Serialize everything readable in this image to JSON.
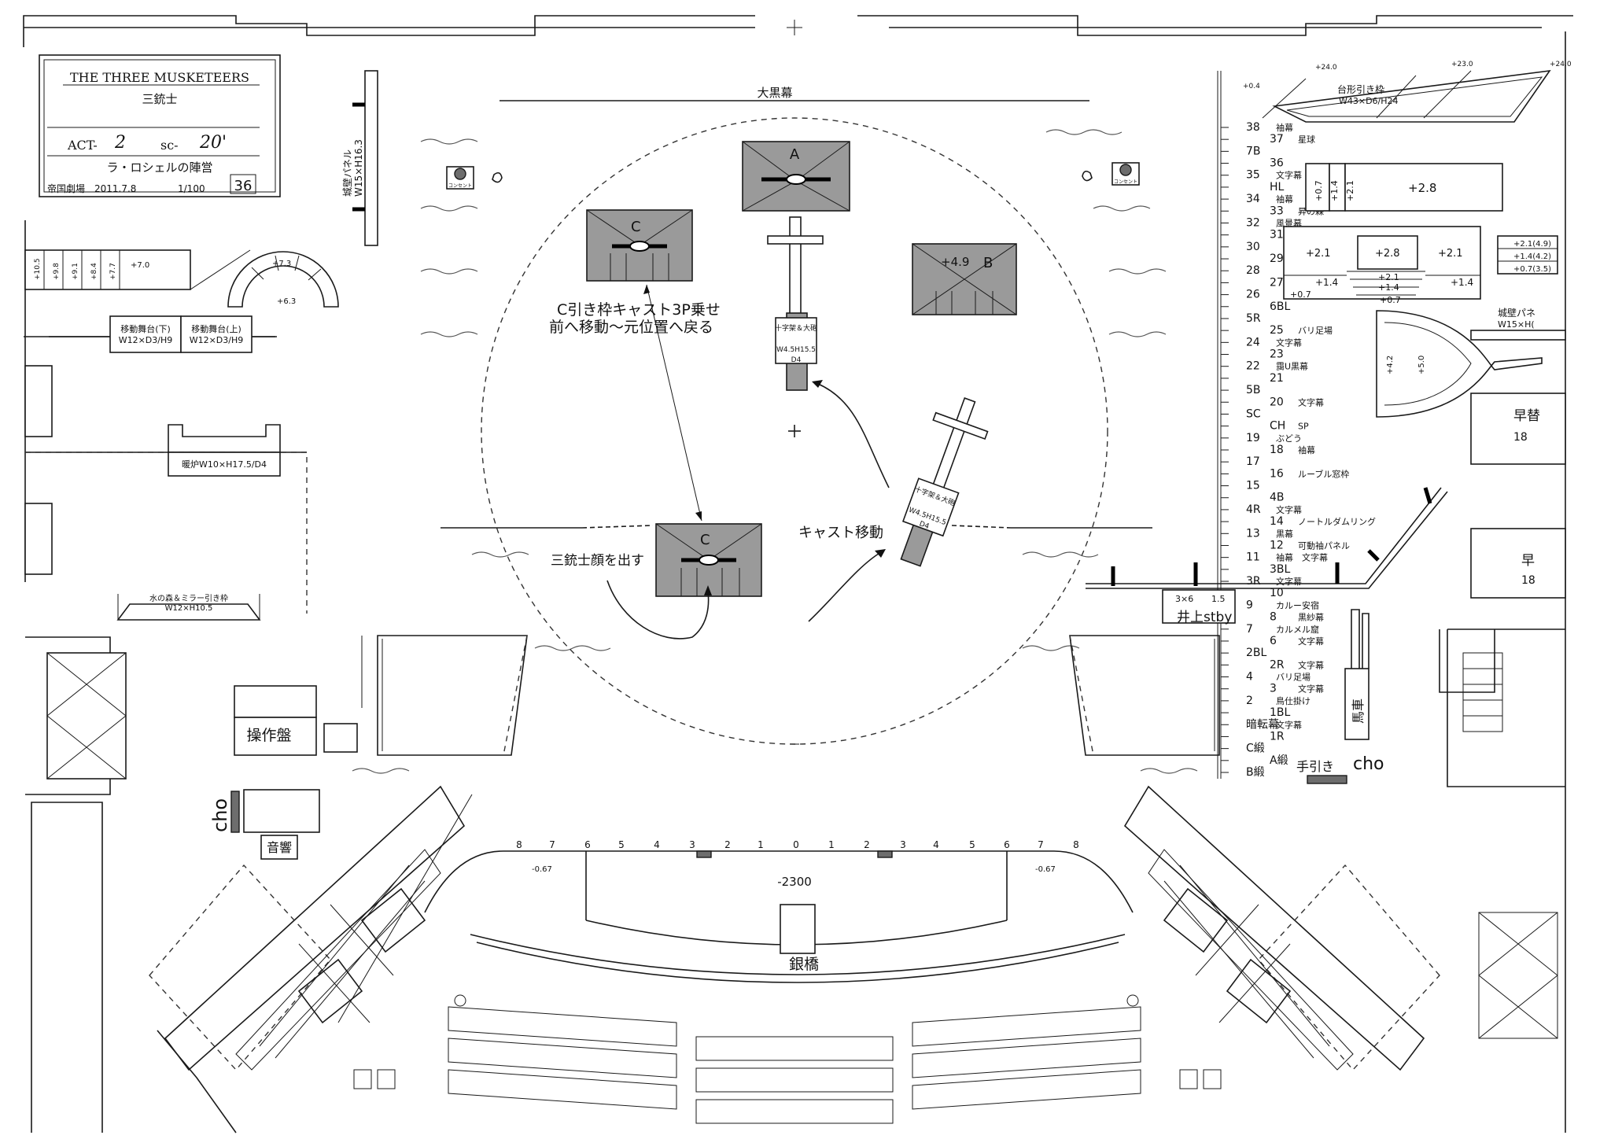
{
  "title_block": {
    "title_en": "THE THREE MUSKETEERS",
    "title_jp": "三銃士",
    "act_label": "ACT-",
    "act_value": "2",
    "scene_label": "sc-",
    "scene_value": "20'",
    "scene_name": "ラ・ロシェルの陣営",
    "venue_date": "帝国劇場　2011.7.8",
    "scale": "1/100",
    "sheet_no": "36"
  },
  "top": {
    "curtain": "大黒幕",
    "castle_panel": "城壁パネル",
    "castle_panel_dims": "W15×H16.3",
    "consent": "コンセント"
  },
  "left": {
    "stairs": [
      "+10.5",
      "+9.8",
      "+9.1",
      "+8.4",
      "+7.7",
      "+7.0"
    ],
    "arch_top": "+7.3",
    "arch_bottom": "+6.3",
    "mobile_lower": "移動舞台(下)",
    "mobile_lower_dims": "W12×D3/H9",
    "mobile_upper": "移動舞台(上)",
    "mobile_upper_dims": "W12×D3/H9",
    "fireplace": "暖炉W10×H17.5/D4",
    "mirror_frame": "水の森＆ミラー引き枠",
    "mirror_frame_dims": "W12×H10.5",
    "console": "操作盤",
    "cho": "cho",
    "sound": "音響"
  },
  "center": {
    "frame_a": "A",
    "frame_b": "B",
    "frame_b_height": "+4.9",
    "frame_c": "C",
    "cross_label": "十字架＆大砲",
    "cross_dims": "W4.5H15.5",
    "cross_depth": "D4",
    "note_c_move_1": "C引き枠キャスト3P乗せ",
    "note_c_move_2": "前へ移動～元位置へ戻る",
    "note_musketeers": "三銃士顔を出す",
    "note_cast_move": "キャスト移動",
    "orchestra_depth": "-2300",
    "silver_bridge": "銀橋",
    "row_numbers": [
      "8",
      "7",
      "6",
      "5",
      "4",
      "3",
      "2",
      "1",
      "0",
      "1",
      "2",
      "3",
      "4",
      "5",
      "6",
      "7",
      "8"
    ],
    "pit_left": "-0.67",
    "pit_right": "-0.67"
  },
  "right": {
    "trap_frame": "台形引き枠",
    "trap_frame_dims": "W43×D6/H24",
    "trap_heights": [
      "+0.4",
      "+24.0",
      "+23.0",
      "+24.0"
    ],
    "platform_steps": [
      "+0.7",
      "+1.4",
      "+2.1"
    ],
    "platform_main": "+2.8",
    "riser_21": "+2.1",
    "riser_28": "+2.8",
    "riser_21b": "+2.1",
    "riser_14a": "+1.4",
    "riser_21c": "+2.1",
    "riser_14b": "+1.4",
    "riser_14c": "+1.4",
    "riser_07a": "+0.7",
    "riser_07b": "+0.7",
    "stack": [
      "+2.1(4.9)",
      "+1.4(4.2)",
      "+0.7(3.5)"
    ],
    "ship_42": "+4.2",
    "ship_50": "+5.0",
    "castle_panel": "城壁パネ",
    "castle_panel_dims": "W15×H(",
    "quick_change_1": "早替",
    "quick_change_1_sub": "18",
    "quick_change_2": "早",
    "quick_change_2_sub": "18",
    "beam": "3×6",
    "beam_2": "1.5",
    "stby": "井上stby",
    "carriage": "馬車",
    "cho": "cho",
    "hand_pull": "手引き",
    "top_heights": [
      "+24.0",
      "+0.4"
    ]
  },
  "line_set": [
    {
      "n": "38",
      "d": "袖幕"
    },
    {
      "n": "37",
      "d": "星球"
    },
    {
      "n": "7B",
      "d": ""
    },
    {
      "n": "36",
      "d": ""
    },
    {
      "n": "35",
      "d": "文字幕"
    },
    {
      "n": "HL",
      "d": ""
    },
    {
      "n": "34",
      "d": "袖幕"
    },
    {
      "n": "33",
      "d": "昇の森"
    },
    {
      "n": "32",
      "d": "風景幕"
    },
    {
      "n": "31",
      "d": ""
    },
    {
      "n": "30",
      "d": ""
    },
    {
      "n": "29",
      "d": ""
    },
    {
      "n": "28",
      "d": ""
    },
    {
      "n": "27",
      "d": ""
    },
    {
      "n": "26",
      "d": ""
    },
    {
      "n": "6BL",
      "d": ""
    },
    {
      "n": "5R",
      "d": ""
    },
    {
      "n": "25",
      "d": "バリ足場"
    },
    {
      "n": "24",
      "d": "文字幕"
    },
    {
      "n": "23",
      "d": ""
    },
    {
      "n": "22",
      "d": "靄U黒幕"
    },
    {
      "n": "21",
      "d": ""
    },
    {
      "n": "5B",
      "d": ""
    },
    {
      "n": "20",
      "d": "文字幕"
    },
    {
      "n": "SC",
      "d": ""
    },
    {
      "n": "CH",
      "d": "SP"
    },
    {
      "n": "19",
      "d": "ぶどう"
    },
    {
      "n": "18",
      "d": "袖幕"
    },
    {
      "n": "17",
      "d": ""
    },
    {
      "n": "16",
      "d": "ルーブル窓枠"
    },
    {
      "n": "15",
      "d": ""
    },
    {
      "n": "4B",
      "d": ""
    },
    {
      "n": "4R",
      "d": "文字幕"
    },
    {
      "n": "14",
      "d": "ノートルダムリング"
    },
    {
      "n": "13",
      "d": "黒幕"
    },
    {
      "n": "12",
      "d": "可動袖パネル"
    },
    {
      "n": "11",
      "d": "袖幕　文字幕"
    },
    {
      "n": "3BL",
      "d": ""
    },
    {
      "n": "3R",
      "d": "文字幕"
    },
    {
      "n": "10",
      "d": ""
    },
    {
      "n": "9",
      "d": "カルー安宿"
    },
    {
      "n": "8",
      "d": "黒紗幕"
    },
    {
      "n": "7",
      "d": "カルメル窟"
    },
    {
      "n": "6",
      "d": "文字幕"
    },
    {
      "n": "2BL",
      "d": ""
    },
    {
      "n": "2R",
      "d": "文字幕"
    },
    {
      "n": "4",
      "d": "バリ足場"
    },
    {
      "n": "3",
      "d": "文字幕"
    },
    {
      "n": "2",
      "d": "鳥仕掛け"
    },
    {
      "n": "1BL",
      "d": ""
    },
    {
      "n": "暗転幕",
      "d": "文字幕"
    },
    {
      "n": "1R",
      "d": ""
    },
    {
      "n": "C緞",
      "d": ""
    },
    {
      "n": "A緞",
      "d": ""
    },
    {
      "n": "B緞",
      "d": ""
    }
  ]
}
